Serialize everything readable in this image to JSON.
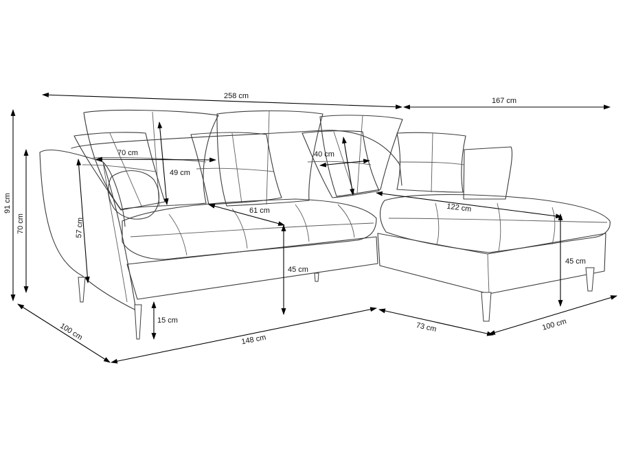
{
  "diagram": {
    "dimensions": {
      "total_width": "258 cm",
      "chaise_length": "167 cm",
      "total_height": "91 cm",
      "back_height": "70 cm",
      "armrest_height": "57 cm",
      "back_cushion_height": "49 cm",
      "cushion_width": "70 cm",
      "small_cushion_width": "40 cm",
      "seat_depth": "61 cm",
      "chaise_seat_length": "122 cm",
      "seat_height": "45 cm",
      "chaise_seat_height": "45 cm",
      "leg_height": "15 cm",
      "sofa_depth": "100 cm",
      "base_width": "148 cm",
      "chaise_width": "73 cm",
      "chaise_depth": "100 cm"
    }
  }
}
